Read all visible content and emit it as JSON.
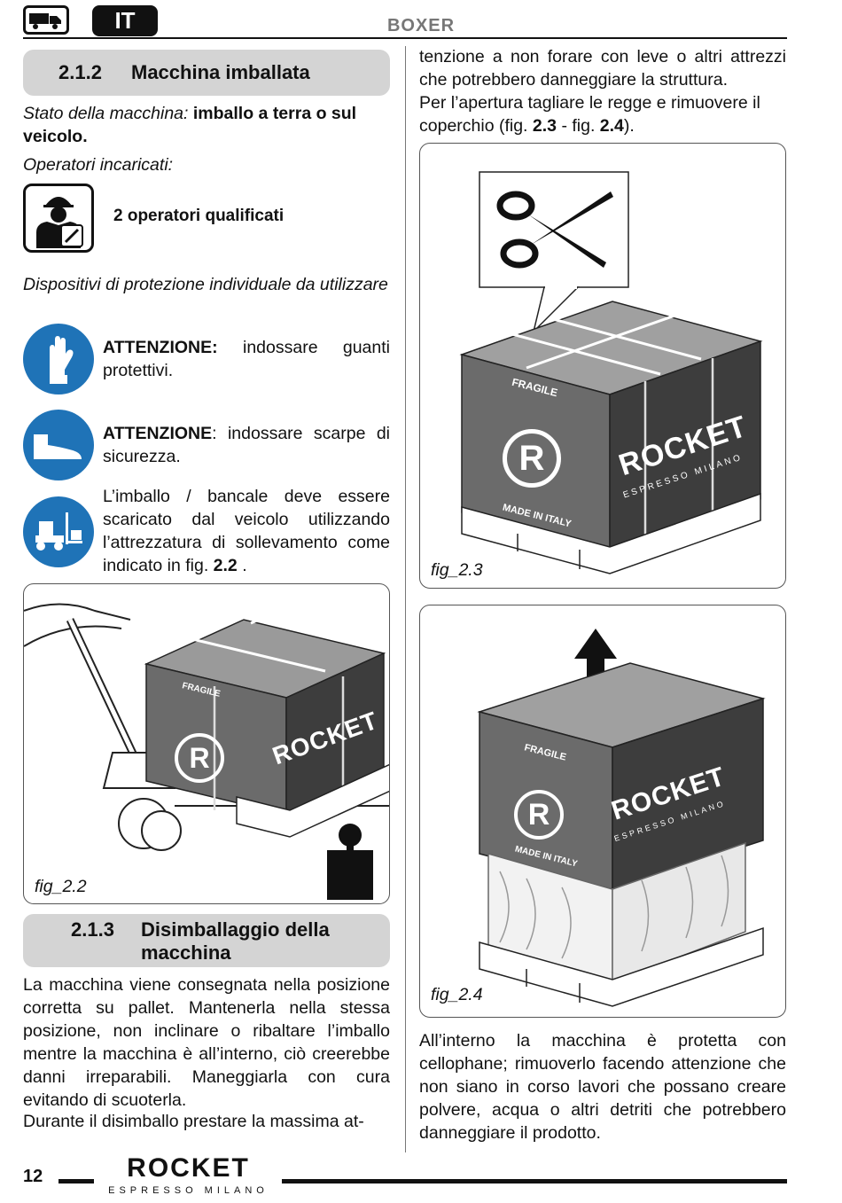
{
  "header": {
    "language": "IT",
    "model": "BOXER",
    "truck_icon": "truck-icon"
  },
  "sec212": {
    "number": "2.1.2",
    "title": "Macchina imballata",
    "state_label": "Stato della macchina:",
    "state_value": "imballo a terra o sul veicolo.",
    "operators_label": "Operatori incaricati:",
    "operators_value": "2 operatori qualificati",
    "ppe_label": "Dispositivi di protezione individuale da utilizzare",
    "warn1_lead": "ATTENZIONE:",
    "warn1_text": "indossare guanti protettivi.",
    "warn2_lead": "ATTENZIONE",
    "warn2_text": ": indossare scarpe di sicurezza.",
    "forklift_text": "L’imballo / bancale deve essere scaricato dal veicolo utilizzando l’attrezzatura di sollevamento come indicato in fig.",
    "forklift_ref": "2.2",
    "forklift_end": "."
  },
  "figures": {
    "fig22": "fig_2.2",
    "fig23": "fig_2.3",
    "fig24": "fig_2.4",
    "box_fragile": "FRAGILE",
    "box_brand": "ROCKET",
    "box_sub": "ESPRESSO MILANO",
    "box_made": "MADE IN ITALY",
    "box_logo": "R"
  },
  "sec213": {
    "number": "2.1.3",
    "title": "Disimballaggio della macchina",
    "para1": "La macchina viene consegnata nella posizione corretta su pallet. Mantenerla nella stessa posizione, non inclinare o ribaltare l’imballo mentre la macchina è all’interno, ciò creerebbe danni irreparabili. Maneggiarla con cura evitando di scuoterla.",
    "para2_left": "Durante il disimballo prestare la massima at-",
    "para2_right": "tenzione a non forare con leve o altri attrezzi che potrebbero danneggiare la struttura.",
    "para3_a": "Per l’apertura tagliare le regge e rimuovere il coperchio (fig.",
    "para3_ref1": "2.3",
    "para3_mid": "- fig.",
    "para3_ref2": "2.4",
    "para3_end": ").",
    "para4": "All’interno la macchina è protetta con cellophane; rimuoverlo facendo attenzione che non siano in corso lavori che possano creare polvere, acqua o altri detriti che potrebbero danneggiare il prodotto."
  },
  "footer": {
    "page": "12",
    "brand": "ROCKET",
    "sub": "ESPRESSO MILANO"
  }
}
